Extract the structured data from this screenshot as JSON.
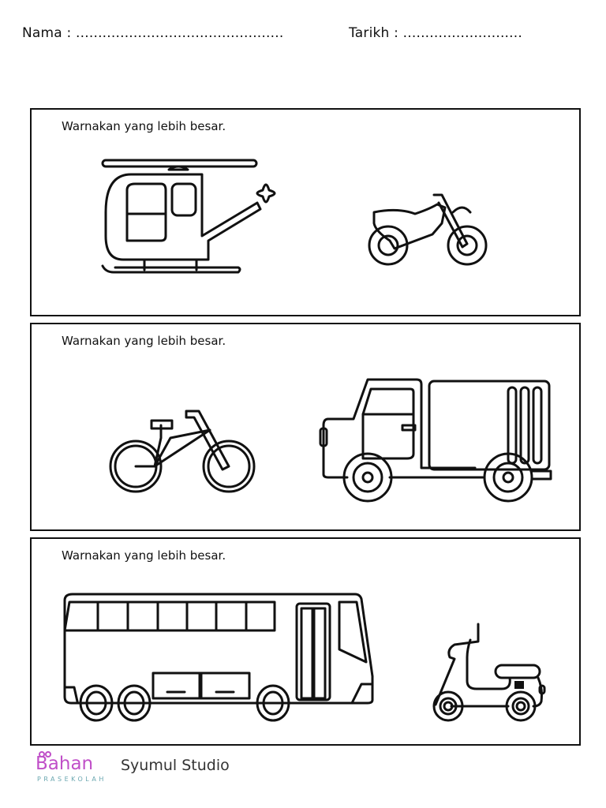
{
  "header": {
    "name_label": "Nama : ...............................................",
    "date_label": "Tarikh  : ..........................."
  },
  "panels": [
    {
      "instruction": "Warnakan yang lebih besar.",
      "items": [
        {
          "name": "helicopter",
          "size": "large"
        },
        {
          "name": "motorbike",
          "size": "small"
        }
      ]
    },
    {
      "instruction": "Warnakan yang lebih besar.",
      "items": [
        {
          "name": "bicycle",
          "size": "small"
        },
        {
          "name": "truck",
          "size": "large"
        }
      ]
    },
    {
      "instruction": "Warnakan yang lebih besar.",
      "items": [
        {
          "name": "bus",
          "size": "large"
        },
        {
          "name": "scooter",
          "size": "small"
        }
      ]
    }
  ],
  "footer": {
    "brand_main": "Bahan",
    "brand_sub": "PRASEKOLAH",
    "studio": "Syumul Studio",
    "brand_color": "#c04fc8",
    "sub_color": "#6aa7b0"
  }
}
